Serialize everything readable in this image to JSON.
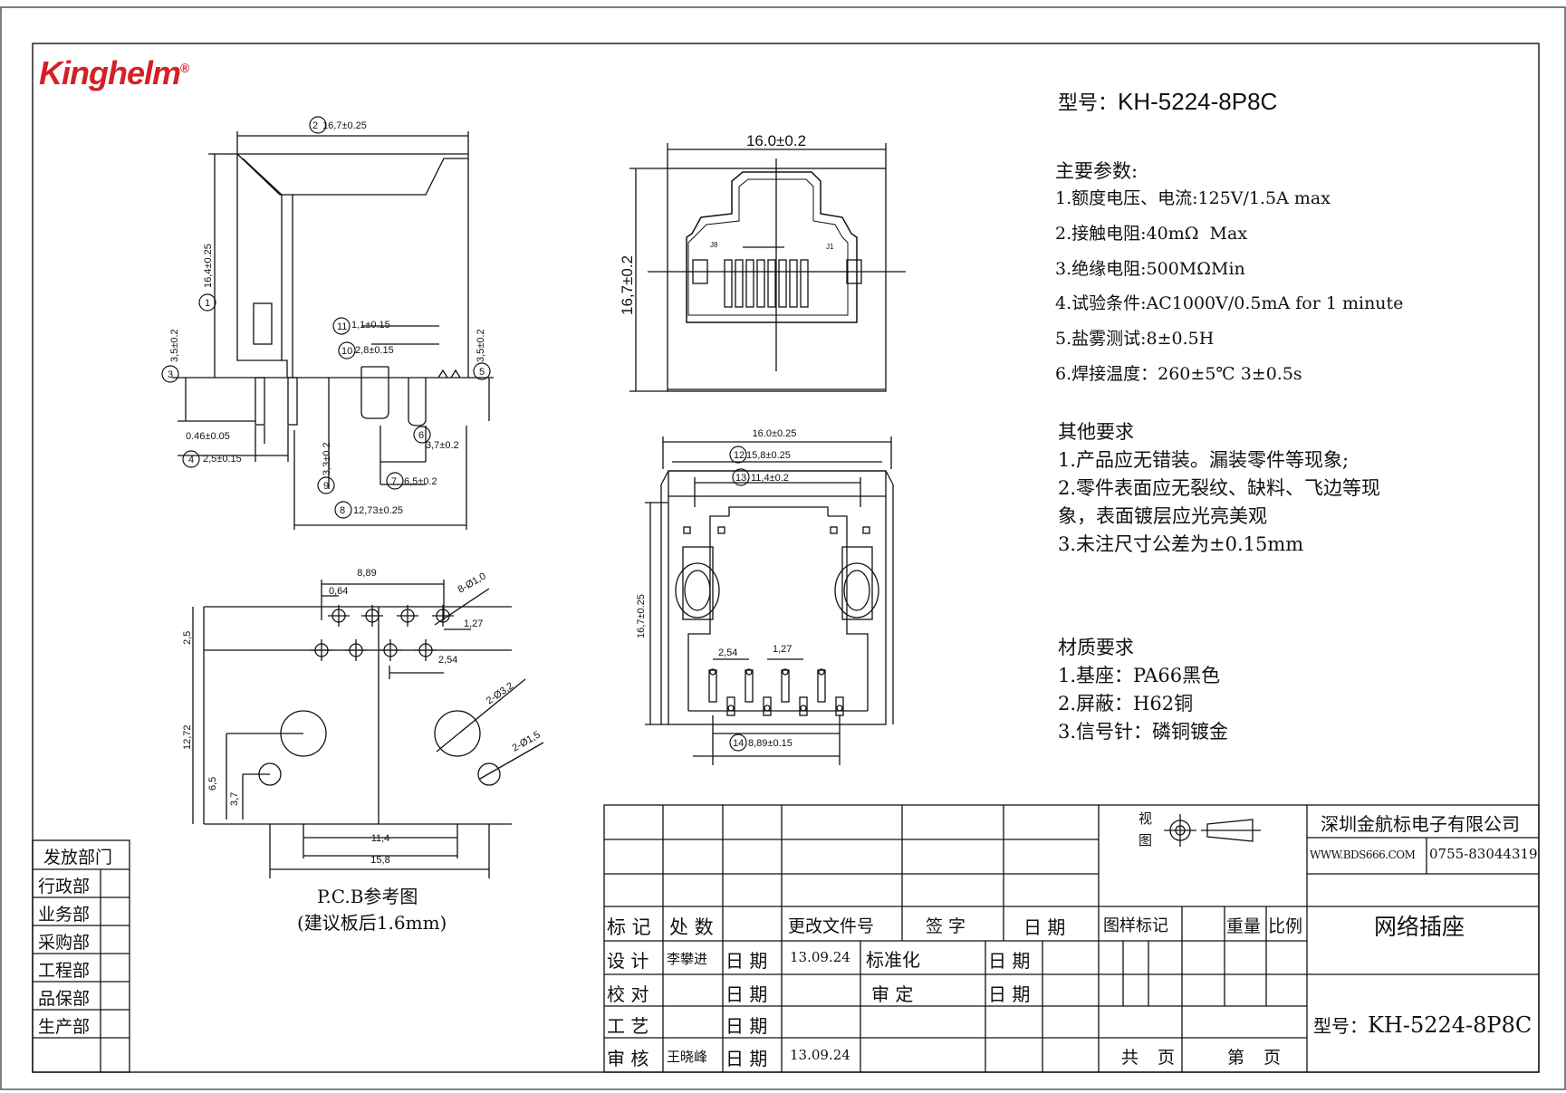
{
  "brand": {
    "name": "Kinghelm",
    "mark": "®"
  },
  "header": {
    "model_label": "型号：",
    "model": "KH-5224-8P8C"
  },
  "params": {
    "title": "主要参数:",
    "items": [
      "1.额度电压、电流:125V/1.5A max",
      "2.接触电阻:40mΩ  Max",
      "3.绝缘电阻:500MΩMin",
      "4.试验条件:AC1000V/0.5mA for 1 minute",
      "5.盐雾测试:8±0.5H",
      "6.焊接温度：260±5℃ 3±0.5s"
    ]
  },
  "other": {
    "title": "其他要求",
    "items": [
      "1.产品应无错装。漏装零件等现象;",
      "2.零件表面应无裂纹、缺料、飞边等现",
      "象，表面镀层应光亮美观",
      "3.未注尺寸公差为±0.15mm"
    ]
  },
  "material": {
    "title": "材质要求",
    "items": [
      "1.基座：PA66黑色",
      "2.屏蔽：H62铜",
      "3.信号针：磷铜镀金"
    ]
  },
  "dims": {
    "side_width": "16,7±0.25",
    "side_height": "16,4±0.25",
    "left_standoff": "3,5±0.2",
    "right_standoff": "3,5±0.2",
    "pin_width": "0.46±0.05",
    "pin_pitch": "2,5±0.15",
    "d11": "1,1±0.15",
    "d10": "2,8±0.15",
    "d6": "3,7±0.2",
    "d7": "6,5±0.2",
    "d8": "12,73±0.25",
    "d9": "3,3±0.2",
    "num1": "1",
    "num2": "2",
    "num3": "3",
    "num4": "4",
    "num5": "5",
    "num6": "6",
    "num7": "7",
    "num8": "8",
    "num9": "9",
    "num10": "10",
    "num11": "11",
    "num12": "12",
    "num13": "13",
    "num14": "14",
    "front_width": "16.0±0.2",
    "front_height": "16,7±0.2",
    "j8": "J8",
    "j1": "J1",
    "bottom_width": "16.0±0.25",
    "d12": "15,8±0.25",
    "d13": "11,4±0.2",
    "bottom_height": "16,7±0.25",
    "bot_pitch1": "2,54",
    "bot_pitch2": "1,27",
    "d14": "8,89±0.15"
  },
  "pcb": {
    "title": "P.C.B参考图",
    "subtitle": "(建议板后1.6mm)",
    "d889": "8,89",
    "d064": "0,64",
    "holes8": "8-Ø1,0",
    "d127": "1,27",
    "d25": "2,5",
    "d254": "2,54",
    "holes32": "2-Ø3,2",
    "holes15": "2-Ø1,5",
    "d1272": "12,72",
    "d65": "6,5",
    "d37": "3,7",
    "d114": "11,4",
    "d158": "15,8"
  },
  "departments": {
    "title": "发放部门",
    "items": [
      "行政部",
      "业务部",
      "采购部",
      "工程部",
      "品保部",
      "生产部"
    ]
  },
  "titleblock": {
    "col_mark": "标 记",
    "col_count": "处 数",
    "col_doc": "更改文件号",
    "col_sign": "签  字",
    "col_date": "日 期",
    "design": "设 计",
    "designer": "李攀进",
    "date_lbl": "日 期",
    "design_date": "13.09.24",
    "std": "标准化",
    "check": "校 对",
    "approve_lbl": "审  定",
    "process": "工 艺",
    "review": "审 核",
    "reviewer": "王晓峰",
    "review_date": "13.09.24",
    "view_label_top": "视",
    "view_label_bottom": "图",
    "drawing_mark": "图样标记",
    "weight": "重量",
    "scale": "比例",
    "total": "共",
    "page_word": "页",
    "nth": "第",
    "company": "深圳金航标电子有限公司",
    "website": "WWW.BDS666.COM",
    "phone": "0755-83044319",
    "product": "网络插座",
    "model_label": "型号：",
    "model": "KH-5224-8P8C"
  }
}
